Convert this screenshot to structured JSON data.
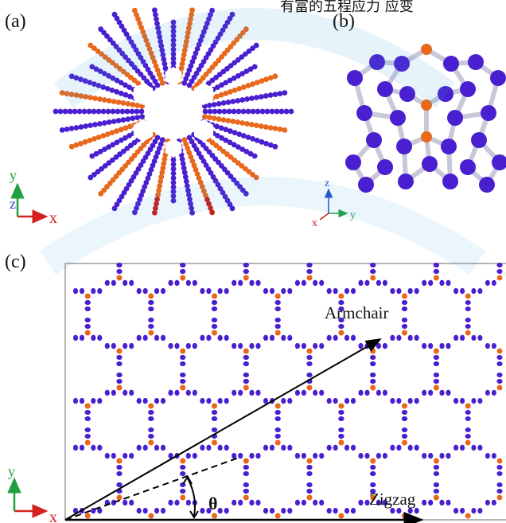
{
  "header_text": "有富的五程应力 应变",
  "panels": {
    "a": {
      "label": "(a)",
      "axes": {
        "y": "y",
        "z": "z",
        "x": "x"
      }
    },
    "b": {
      "label": "(b)",
      "axes": {
        "z": "z",
        "x": "x",
        "y": "y"
      }
    },
    "c": {
      "label": "(c)",
      "axes": {
        "y": "y",
        "x": "x"
      },
      "armchair": "Armchair",
      "zigzag": "Zigzag",
      "theta": "θ"
    }
  },
  "colors": {
    "atom_purple": "#4a1fd0",
    "atom_orange": "#e8681c",
    "atom_red": "#c81e14",
    "bond": "#c8c8d8",
    "axis_x": "#d42020",
    "axis_y": "#20a040",
    "axis_z": "#2050d0",
    "watermark": "#3aa0e0"
  }
}
